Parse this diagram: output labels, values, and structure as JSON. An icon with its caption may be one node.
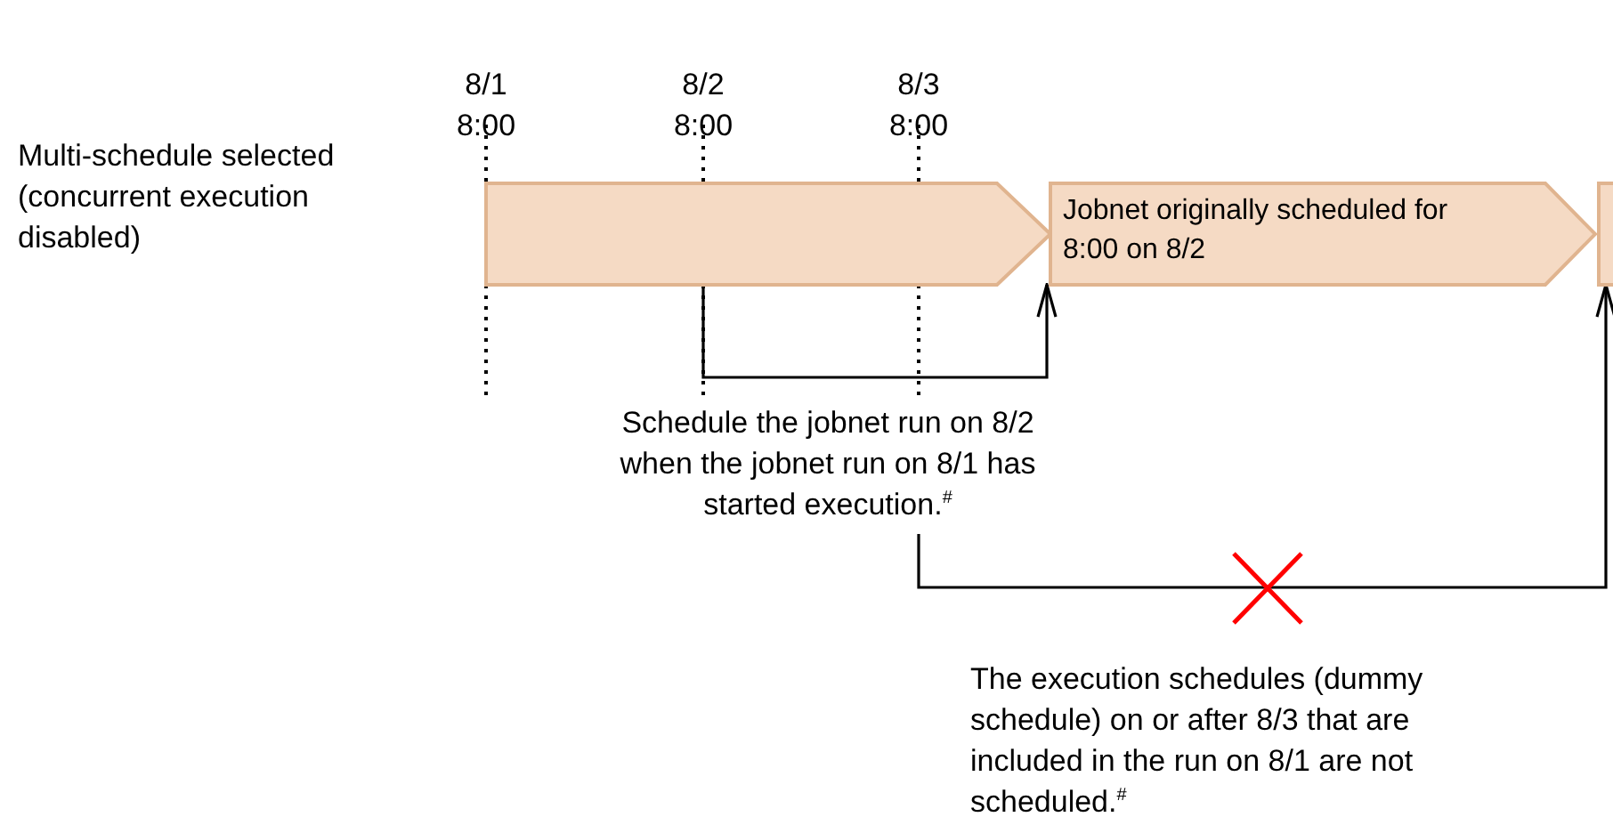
{
  "diagram": {
    "nodes": [
      {
        "text": [],
        "shape": "bar"
      },
      {
        "text": [
          "Jobnet originally scheduled for 8:00 on 8/2"
        ]
      },
      {
        "text": [],
        "shape": "bar"
      }
    ],
    "edges": [
      {
        "from": 0,
        "to": 1,
        "arrow": "to"
      },
      {
        "from": null,
        "to": 2,
        "arrow": "to"
      }
    ],
    "labels": [
      "8/1 8:00",
      "8/2 8:00",
      "8/3 8:00",
      "Multi-schedule selected (concurrent execution disabled)",
      "Schedule the jobnet run on 8/2 when the jobnet run on 8/1 has started execution.$^{#}$",
      "The execution schedules (dummy schedule) on or after 8/3 that are included in the run on 8/1 are not scheduled.$^{#}$"
    ]
  }
}
